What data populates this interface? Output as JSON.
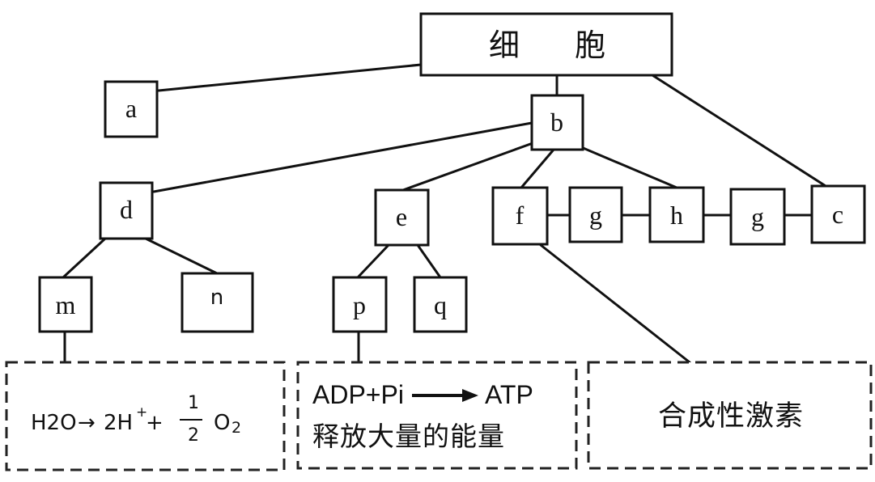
{
  "nodes": {
    "root": "细 胞",
    "a": "a",
    "b": "b",
    "c": "c",
    "d": "d",
    "e": "e",
    "f": "f",
    "g1": "g",
    "h": "h",
    "g2": "g",
    "m": "m",
    "n": "n",
    "p": "p",
    "q": "q"
  },
  "boxes": {
    "m_equation": {
      "left": "H2O",
      "arrow": "→",
      "product": "2H",
      "product_sup": "+",
      "plus": "+",
      "frac_num": "1",
      "frac_den": "2",
      "o2": "O",
      "o2_sub": "2"
    },
    "p_equation": {
      "reactants": "ADP+Pi",
      "product": "ATP",
      "description": "释放大量的能量"
    },
    "f_description": "合成性激素"
  }
}
